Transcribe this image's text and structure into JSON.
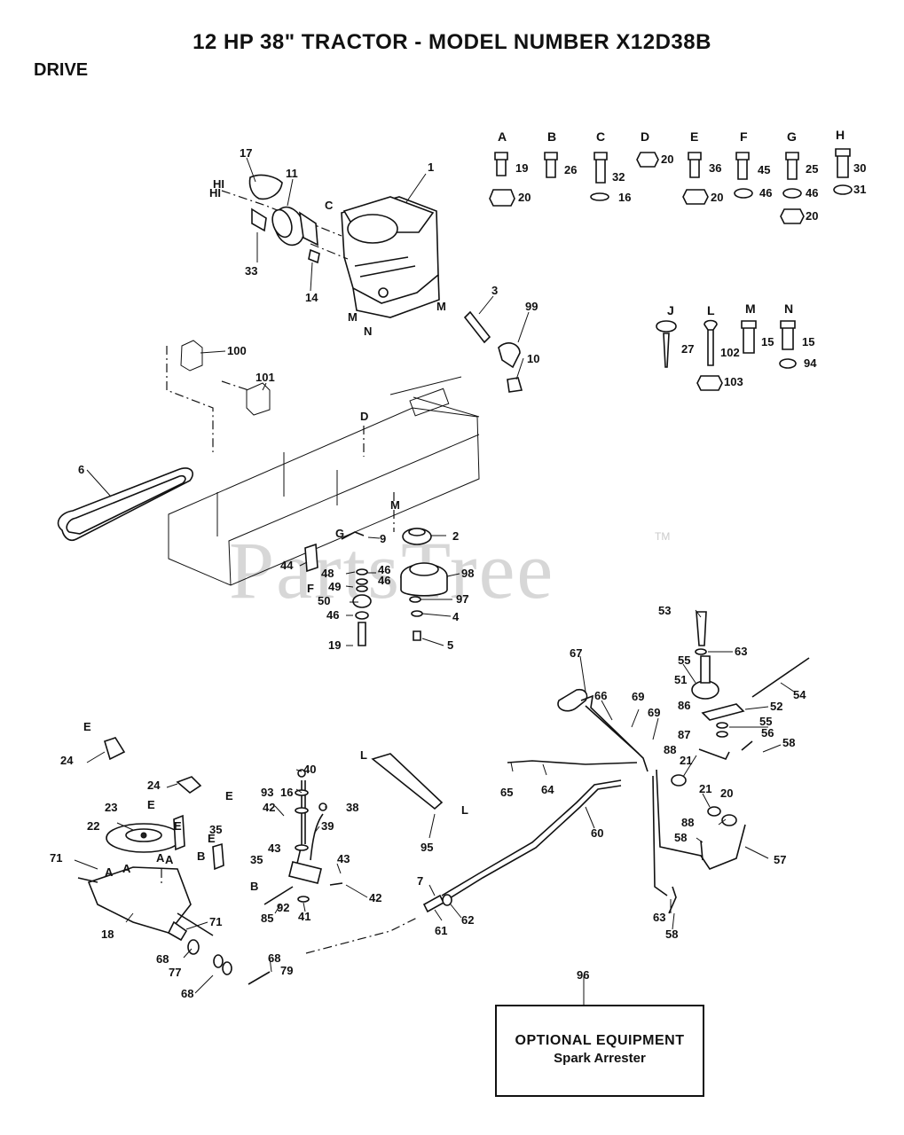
{
  "title": "12 HP 38\" TRACTOR - MODEL NUMBER X12D38B",
  "section": "DRIVE",
  "watermark": "PartsTree",
  "watermark_tm": "TM",
  "optional_box": {
    "line1": "OPTIONAL EQUIPMENT",
    "line2": "Spark Arrester"
  },
  "hardware_letters": [
    "A",
    "B",
    "C",
    "D",
    "E",
    "F",
    "G",
    "H",
    "J",
    "L",
    "M",
    "N"
  ],
  "hardware_numbers": [
    "19",
    "20",
    "26",
    "32",
    "16",
    "20",
    "36",
    "20",
    "45",
    "46",
    "25",
    "46",
    "20",
    "30",
    "31",
    "27",
    "102",
    "103",
    "15",
    "15",
    "94"
  ],
  "callouts": [
    "1",
    "17",
    "11",
    "33",
    "14",
    "3",
    "99",
    "10",
    "100",
    "101",
    "6",
    "2",
    "9",
    "48",
    "46",
    "46",
    "98",
    "44",
    "49",
    "50",
    "97",
    "4",
    "46",
    "19",
    "5",
    "53",
    "63",
    "55",
    "51",
    "54",
    "52",
    "86",
    "55",
    "56",
    "87",
    "58",
    "67",
    "66",
    "69",
    "69",
    "88",
    "21",
    "65",
    "64",
    "20",
    "21",
    "88",
    "58",
    "57",
    "60",
    "24",
    "24",
    "23",
    "22",
    "35",
    "35",
    "71",
    "18",
    "95",
    "40",
    "93",
    "16",
    "38",
    "42",
    "39",
    "43",
    "43",
    "85",
    "92",
    "41",
    "42",
    "7",
    "62",
    "61",
    "71",
    "68",
    "77",
    "68",
    "79",
    "68",
    "63",
    "58",
    "96"
  ],
  "reference_letters": [
    "HI",
    "HI",
    "C",
    "M",
    "N",
    "M",
    "D",
    "M",
    "G",
    "F",
    "E",
    "E",
    "E",
    "E",
    "E",
    "B",
    "B",
    "A",
    "A",
    "A",
    "A",
    "L",
    "L"
  ]
}
